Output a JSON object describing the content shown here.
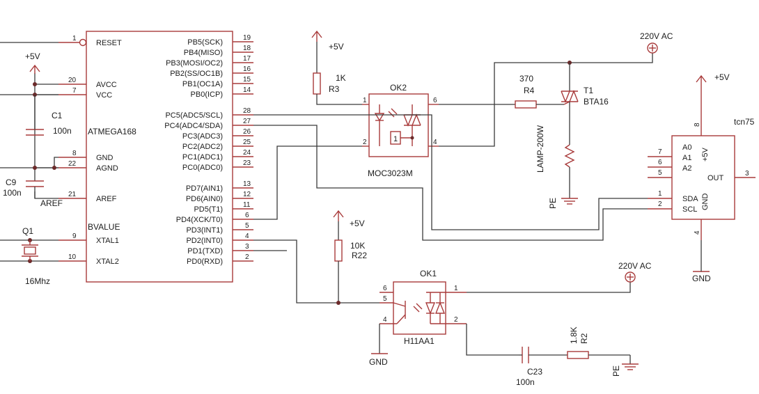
{
  "mcu": {
    "name": "ATMEGA168",
    "value": "BVALUE",
    "left_pins": [
      {
        "num": "1",
        "name": "RESET"
      },
      {
        "num": "20",
        "name": "AVCC"
      },
      {
        "num": "7",
        "name": "VCC"
      },
      {
        "num": "8",
        "name": "GND"
      },
      {
        "num": "22",
        "name": "AGND"
      },
      {
        "num": "21",
        "name": "AREF"
      },
      {
        "num": "9",
        "name": "XTAL1"
      },
      {
        "num": "10",
        "name": "XTAL2"
      }
    ],
    "right_pins": [
      {
        "num": "19",
        "name": "PB5(SCK)"
      },
      {
        "num": "18",
        "name": "PB4(MISO)"
      },
      {
        "num": "17",
        "name": "PB3(MOSI/OC2)"
      },
      {
        "num": "16",
        "name": "PB2(SS/OC1B)"
      },
      {
        "num": "15",
        "name": "PB1(OC1A)"
      },
      {
        "num": "14",
        "name": "PB0(ICP)"
      },
      {
        "num": "28",
        "name": "PC5(ADC5/SCL)"
      },
      {
        "num": "27",
        "name": "PC4(ADC4/SDA)"
      },
      {
        "num": "26",
        "name": "PC3(ADC3)"
      },
      {
        "num": "25",
        "name": "PC2(ADC2)"
      },
      {
        "num": "24",
        "name": "PC1(ADC1)"
      },
      {
        "num": "23",
        "name": "PC0(ADC0)"
      },
      {
        "num": "13",
        "name": "PD7(AIN1)"
      },
      {
        "num": "12",
        "name": "PD6(AIN0)"
      },
      {
        "num": "11",
        "name": "PD5(T1)"
      },
      {
        "num": "6",
        "name": "PD4(XCK/T0)"
      },
      {
        "num": "5",
        "name": "PD3(INT1)"
      },
      {
        "num": "4",
        "name": "PD2(INT0)"
      },
      {
        "num": "3",
        "name": "PD1(TXD)"
      },
      {
        "num": "2",
        "name": "PD0(RXD)"
      }
    ]
  },
  "power": {
    "vcc": "+5V",
    "ac": "220V AC",
    "gnd": "GND",
    "pe": "PE"
  },
  "c1": {
    "ref": "C1",
    "value": "100n"
  },
  "c9": {
    "ref": "C9",
    "value": "100n"
  },
  "aref_net": "AREF",
  "q1": {
    "ref": "Q1",
    "value": "16Mhz"
  },
  "r3": {
    "ref": "R3",
    "value": "1K"
  },
  "r4": {
    "ref": "R4",
    "value": "370"
  },
  "r22": {
    "ref": "R22",
    "value": "10K"
  },
  "r2": {
    "ref": "R2",
    "value": "1.8K"
  },
  "c23": {
    "ref": "C23",
    "value": "100n"
  },
  "t1": {
    "ref": "T1",
    "value": "BTA16"
  },
  "lamp": {
    "label": "LAMP-200W"
  },
  "ok2": {
    "ref": "OK2",
    "value": "MOC3023M",
    "pins": [
      "1",
      "2",
      "6",
      "4"
    ],
    "zc": "1"
  },
  "ok1": {
    "ref": "OK1",
    "value": "H11AA1",
    "pins": [
      "6",
      "5",
      "4",
      "1",
      "2"
    ]
  },
  "tcn75": {
    "ref": "tcn75",
    "pins": [
      {
        "num": "7",
        "name": "A0"
      },
      {
        "num": "6",
        "name": "A1"
      },
      {
        "num": "5",
        "name": "A2"
      },
      {
        "num": "1",
        "name": "SDA"
      },
      {
        "num": "2",
        "name": "SCL"
      },
      {
        "num": "3",
        "name": "OUT"
      },
      {
        "num": "8",
        "name": "+5V"
      },
      {
        "num": "4",
        "name": "GND"
      }
    ]
  }
}
